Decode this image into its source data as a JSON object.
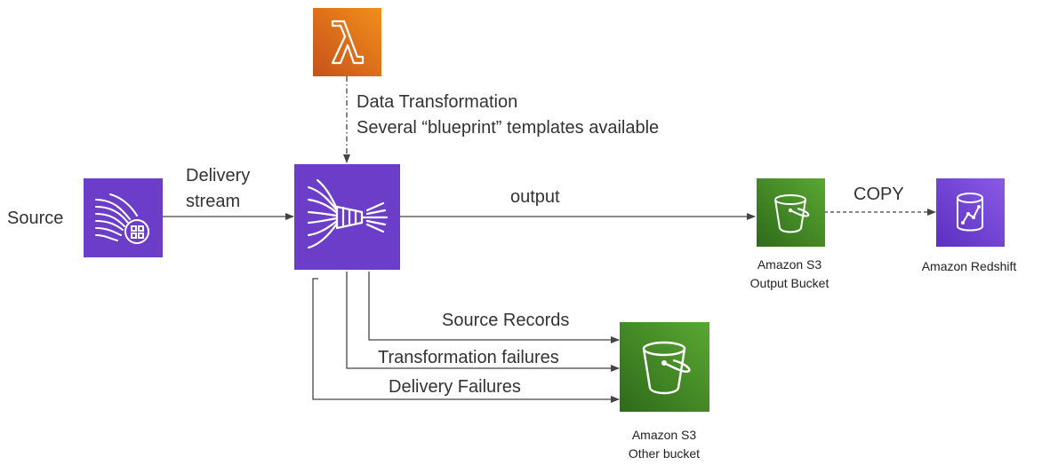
{
  "source": {
    "label": "Source",
    "icon": "kinesis-data-streams-icon"
  },
  "delivery_stream_label": [
    "Delivery",
    "stream"
  ],
  "firehose": {
    "icon": "kinesis-data-firehose-icon"
  },
  "lambda": {
    "icon": "aws-lambda-icon"
  },
  "transformation": {
    "line1": "Data Transformation",
    "line2": "Several “blueprint” templates available"
  },
  "output_label": "output",
  "s3_output": {
    "icon": "amazon-s3-bucket-icon",
    "line1": "Amazon S3",
    "line2": "Output Bucket"
  },
  "copy_label": "COPY",
  "redshift": {
    "icon": "amazon-redshift-icon",
    "label": "Amazon Redshift"
  },
  "failure_paths": {
    "source_records": "Source Records",
    "transformation_failures": "Transformation failures",
    "delivery_failures": "Delivery Failures"
  },
  "s3_other": {
    "icon": "amazon-s3-bucket-icon",
    "line1": "Amazon S3",
    "line2": "Other bucket"
  },
  "colors": {
    "kinesis_purple": "#6b3dc8",
    "lambda_orange": "#e8770c",
    "s3_green": "#3f8624",
    "redshift_purple": "#6f45d0",
    "line": "#444444"
  }
}
